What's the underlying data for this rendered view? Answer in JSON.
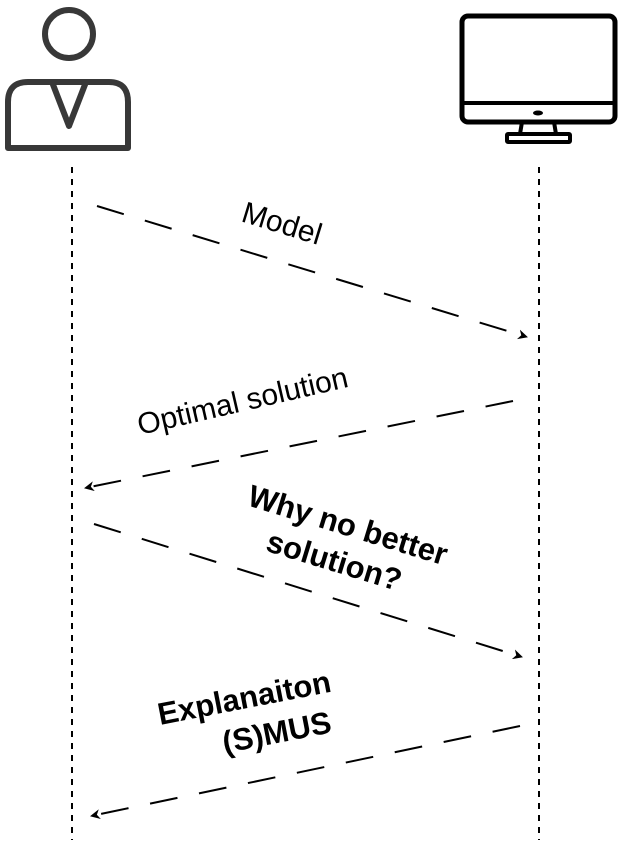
{
  "diagram": {
    "colors": {
      "ink": "#000000",
      "icon_stroke": "#383838",
      "background": "#ffffff"
    },
    "actors": [
      {
        "role": "user",
        "icon": "person-icon"
      },
      {
        "role": "computer",
        "icon": "monitor-icon"
      }
    ],
    "messages": [
      {
        "direction": "user-to-computer",
        "label_lines": [
          "Model"
        ],
        "emphasis": "normal"
      },
      {
        "direction": "computer-to-user",
        "label_lines": [
          "Optimal solution"
        ],
        "emphasis": "normal"
      },
      {
        "direction": "user-to-computer",
        "label_lines": [
          "Why no better",
          "solution?"
        ],
        "emphasis": "bold"
      },
      {
        "direction": "computer-to-user",
        "label_lines": [
          "Explanaiton",
          "(S)MUS"
        ],
        "emphasis": "bold"
      }
    ]
  }
}
